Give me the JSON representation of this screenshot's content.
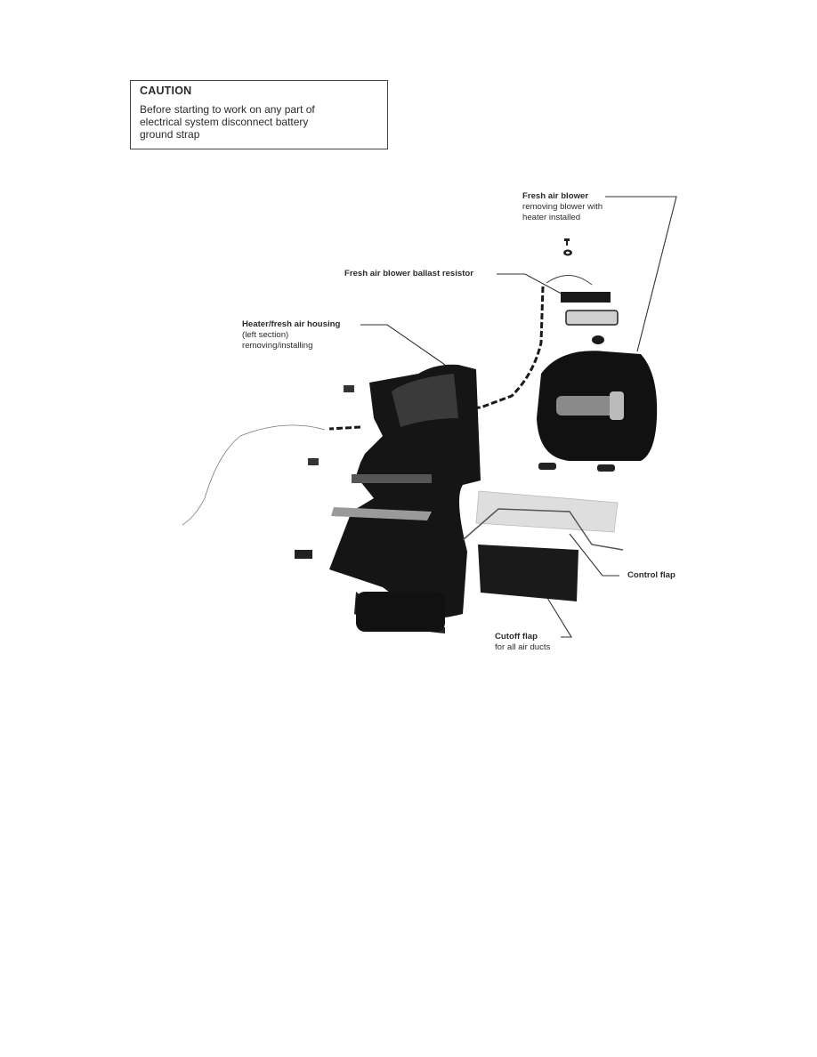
{
  "caution": {
    "title": "CAUTION",
    "text_lines": [
      "Before starting to work on any part of",
      "electrical system disconnect battery",
      "ground strap"
    ]
  },
  "figure": {
    "callouts": [
      {
        "id": "fresh-air-blower",
        "title": "Fresh air blower",
        "lines": [
          "removing blower with",
          "heater installed"
        ]
      },
      {
        "id": "ballast-resistor",
        "title": "Fresh air blower ballast resistor",
        "lines": []
      },
      {
        "id": "heater-housing",
        "title": "Heater/fresh air housing",
        "lines": [
          "(left section)",
          "removing/installing"
        ]
      },
      {
        "id": "control-flap",
        "title": "Control flap",
        "lines": []
      },
      {
        "id": "cutoff-flap",
        "title": "Cutoff flap",
        "lines": [
          "for all air ducts"
        ]
      }
    ]
  }
}
